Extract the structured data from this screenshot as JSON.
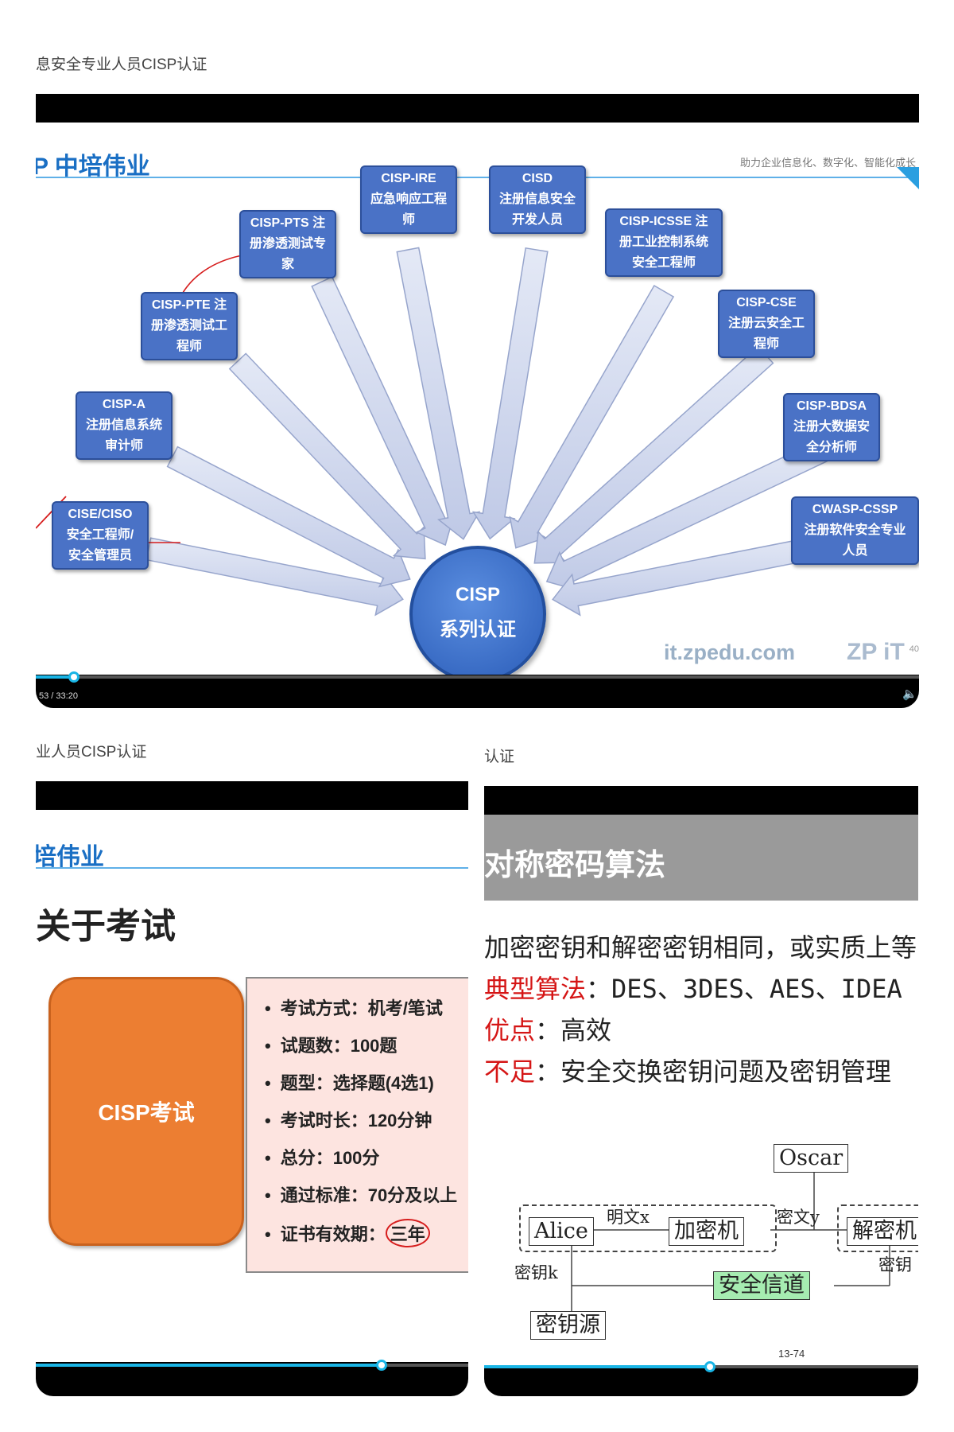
{
  "cards": [
    {
      "caption": "息安全专业人员CISP认证",
      "slide": {
        "logo": "P 中培伟业",
        "slogan": "助力企业信息化、数字化、智能化成长",
        "center": [
          "CISP",
          "系列认证"
        ],
        "nodes": [
          {
            "code": "CISE/CISO",
            "lines": [
              "安全工程师/",
              "安全管理员"
            ]
          },
          {
            "code": "CISP-A",
            "lines": [
              "注册信息系统",
              "审计师"
            ]
          },
          {
            "code": "CISP-PTE 注",
            "lines": [
              "册渗透测试工",
              "程师"
            ]
          },
          {
            "code": "CISP-PTS 注",
            "lines": [
              "册渗透测试专",
              "家"
            ]
          },
          {
            "code": "CISP-IRE",
            "lines": [
              "应急响应工程",
              "师"
            ]
          },
          {
            "code": "CISD",
            "lines": [
              "注册信息安全",
              "开发人员"
            ]
          },
          {
            "code": "CISP-ICSSE 注",
            "lines": [
              "册工业控制系统",
              "安全工程师"
            ]
          },
          {
            "code": "CISP-CSE",
            "lines": [
              "注册云安全工",
              "程师"
            ]
          },
          {
            "code": "CISP-BDSA",
            "lines": [
              "注册大数据安",
              "全分析师"
            ]
          },
          {
            "code": "CWASP-CSSP",
            "lines": [
              "注册软件安全专业",
              "人员"
            ]
          }
        ],
        "site": "it.zpedu.com",
        "site2": "ZP iT",
        "page_number": "40"
      },
      "player": {
        "timecode": "53 / 33:20",
        "progress": 0.043
      }
    },
    {
      "caption": "业人员CISP认证",
      "slide": {
        "logo": "培伟业",
        "title": "关于考试",
        "box_label": "CISP考试",
        "items": [
          "考试方式：机考/笔试",
          "试题数：100题",
          "题型：选择题(4选1)",
          "考试时长：120分钟",
          "总分：100分",
          "通过标准：70分及以上"
        ],
        "validity_label": "证书有效期：",
        "validity_value": "三年"
      },
      "player": {
        "progress": 0.8
      }
    },
    {
      "caption": "认证",
      "slide": {
        "header": "对称密码算法",
        "points": [
          {
            "label": "",
            "text": "加密密钥和解密密钥相同，或实质上等同"
          },
          {
            "label": "典型算法",
            "text": "：DES、3DES、AES、IDEA"
          },
          {
            "label": "优点",
            "text": "：高效"
          },
          {
            "label": "不足",
            "text": "：安全交换密钥问题及密钥管理"
          }
        ],
        "diagram": {
          "oscar": "Oscar",
          "alice": "Alice",
          "plaintext": "明文x",
          "encryptor": "加密机",
          "ciphertext": "密文y",
          "decryptor": "解密机",
          "key_left": "密钥k",
          "key_right": "密钥",
          "channel": "安全信道",
          "key_source": "密钥源"
        },
        "page_number": "13-74"
      },
      "player": {
        "progress": 0.52
      }
    }
  ],
  "colors": {
    "accent": "#19b5e6",
    "node_blue": "#4a72c6",
    "orange": "#ec7e32",
    "red": "#d51515"
  },
  "icons": {
    "volume": "volume-icon"
  }
}
